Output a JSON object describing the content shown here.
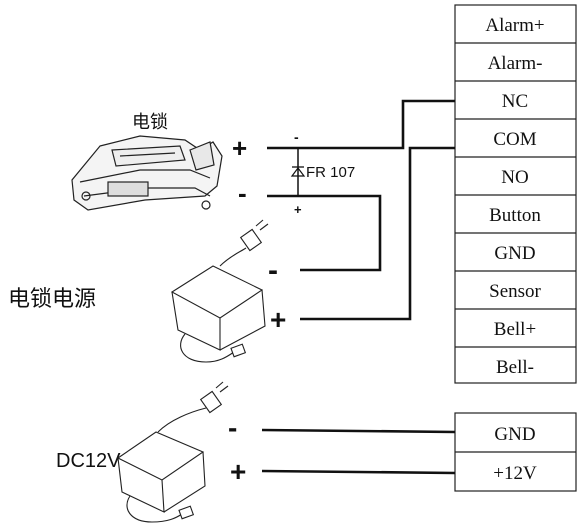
{
  "terminal_block_top": {
    "rows": [
      "Alarm+",
      "Alarm-",
      "NC",
      "COM",
      "NO",
      "Button",
      "GND",
      "Sensor",
      "Bell+",
      "Bell-"
    ]
  },
  "terminal_block_bottom": {
    "rows": [
      "GND",
      "+12V"
    ]
  },
  "lock": {
    "label": "电锁",
    "plus_sign": "+",
    "minus_sign": "-"
  },
  "diode": {
    "label": "FR 107",
    "top_sign": "-",
    "bottom_sign": "+"
  },
  "lock_power": {
    "label": "电锁电源",
    "minus_sign": "-",
    "plus_sign": "+"
  },
  "dc_supply": {
    "label": "DC12V",
    "minus_sign": "-",
    "plus_sign": "+"
  }
}
